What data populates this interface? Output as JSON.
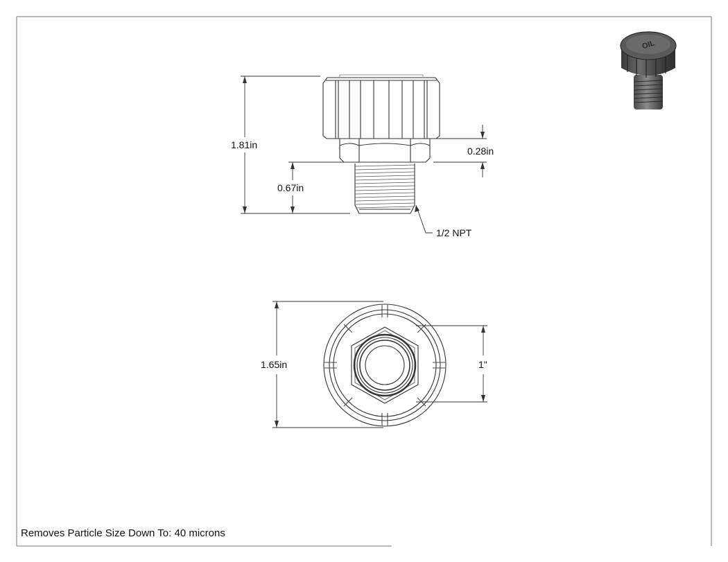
{
  "drawing": {
    "side_view": {
      "height_label": "1.81in",
      "hex_label": "0.28in",
      "thread_length_label": "0.67in",
      "thread_callout": "1/2 NPT"
    },
    "top_view": {
      "diameter_label": "1.65in",
      "hex_size_label": "1\""
    },
    "note": "Removes Particle Size Down To: 40 microns",
    "thumbnail": {
      "cap_text": "OIL"
    }
  }
}
